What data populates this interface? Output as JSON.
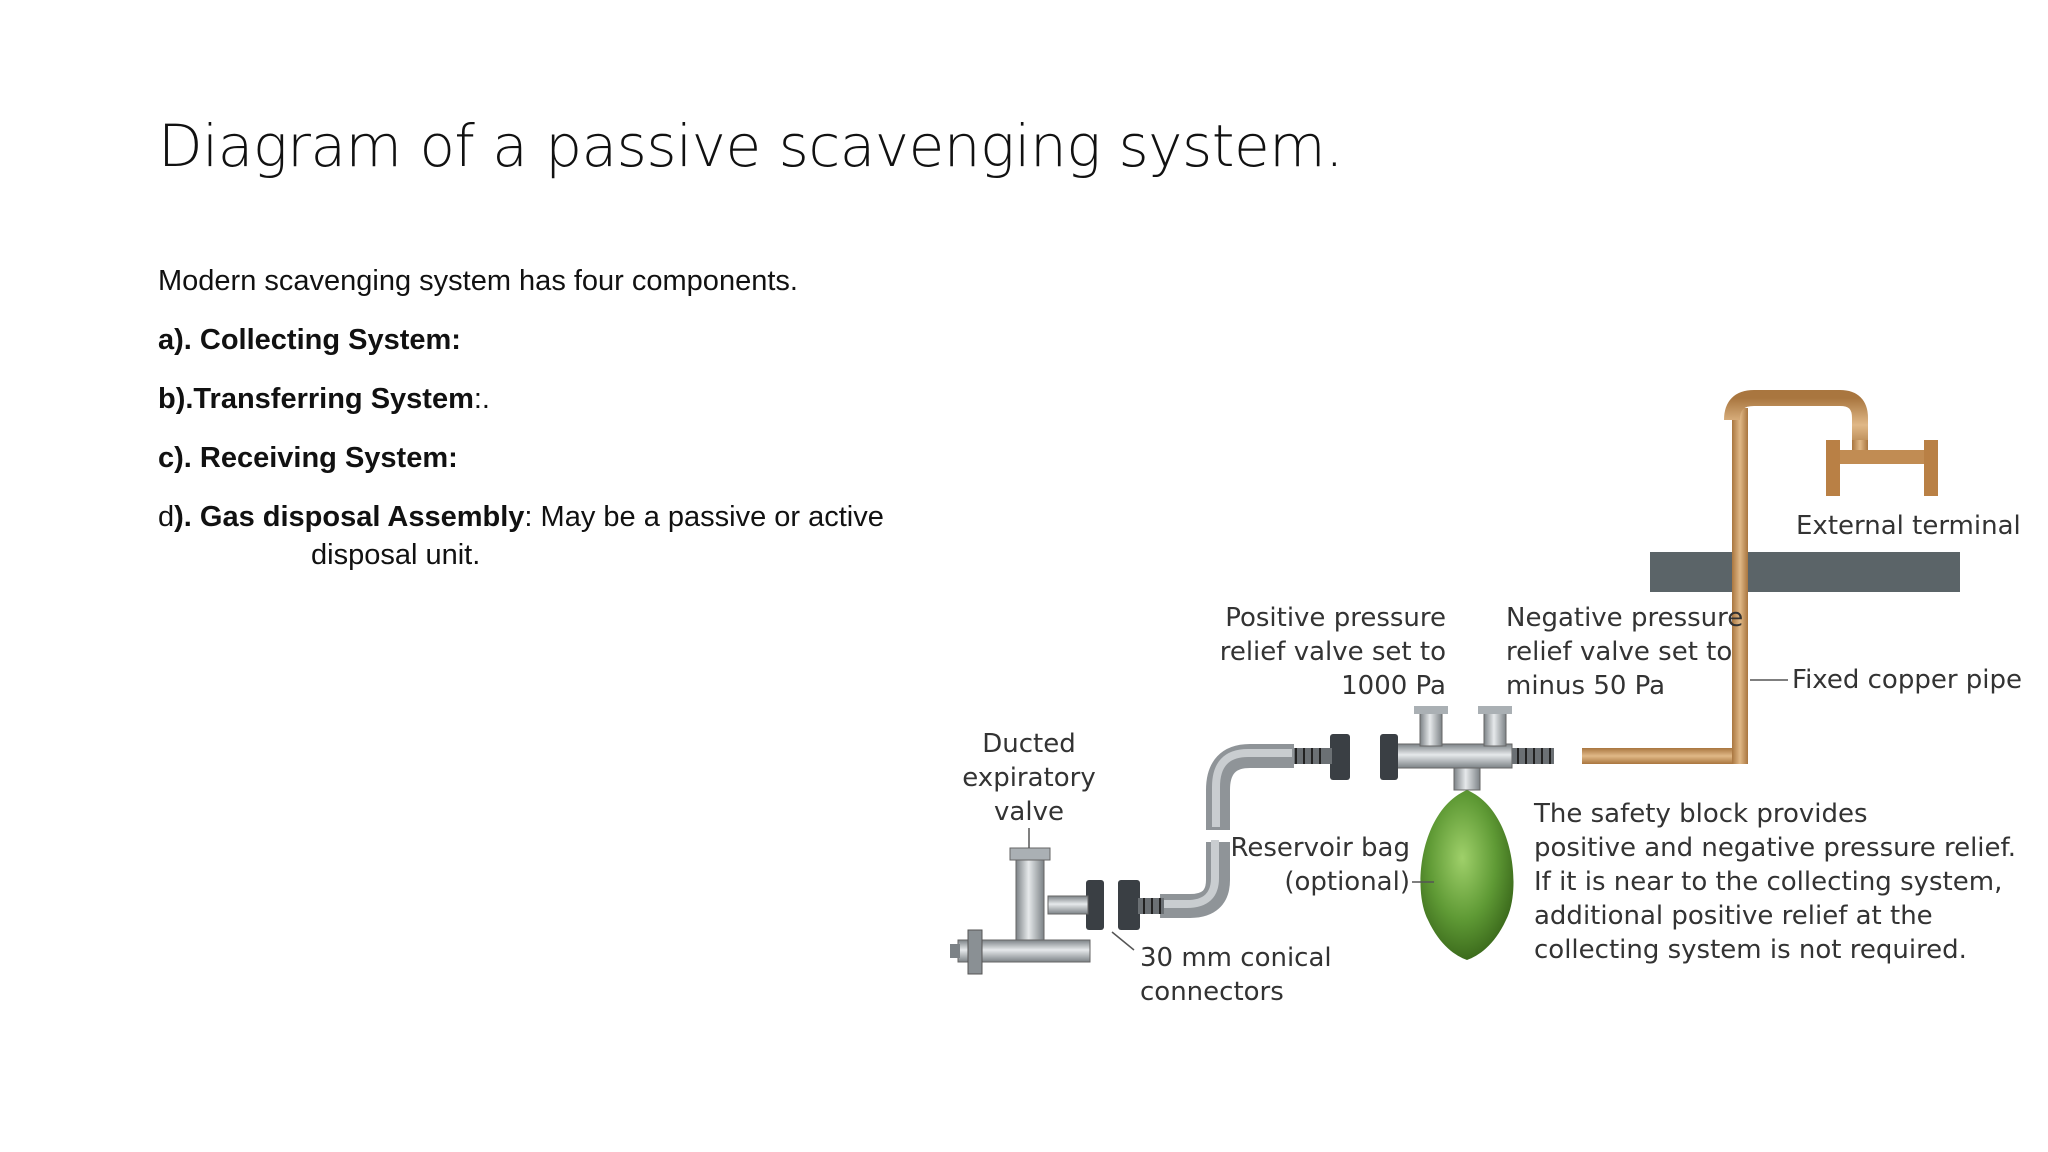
{
  "slide": {
    "title": "Diagram of a passive scavenging system."
  },
  "body": {
    "intro": "Modern scavenging system has four components.",
    "items": [
      {
        "label": "a). Collecting System:",
        "suffix": ""
      },
      {
        "label": "b).Transferring System",
        "suffix": ":."
      },
      {
        "label": "c). Receiving  System:",
        "suffix": ""
      },
      {
        "prefix": "d",
        "label": "). Gas disposal Assembly",
        "suffix": ": May be a passive or active",
        "suffix2": "disposal unit."
      }
    ]
  },
  "diagram": {
    "labels": {
      "ducted_valve": [
        "Ducted",
        "expiratory",
        "valve"
      ],
      "connectors": [
        "30 mm conical",
        "connectors"
      ],
      "reservoir": [
        "Reservoir bag",
        "(optional)"
      ],
      "positive_valve": [
        "Positive pressure",
        "relief valve set to",
        "1000 Pa"
      ],
      "negative_valve": [
        "Negative pressure",
        "relief valve set to",
        "minus 50 Pa"
      ],
      "external_terminal": "External terminal",
      "copper_pipe": "Fixed copper pipe",
      "safety_block": [
        "The safety block provides",
        "positive and negative pressure relief.",
        "If it is near to the collecting system,",
        "additional positive relief at the",
        "collecting system is not required."
      ]
    },
    "colors": {
      "copper": "#b8895a",
      "wall": "#5b6468",
      "metal": "#9aa0a4",
      "connector": "#3a3f44",
      "bag": "#5f9a35"
    }
  }
}
